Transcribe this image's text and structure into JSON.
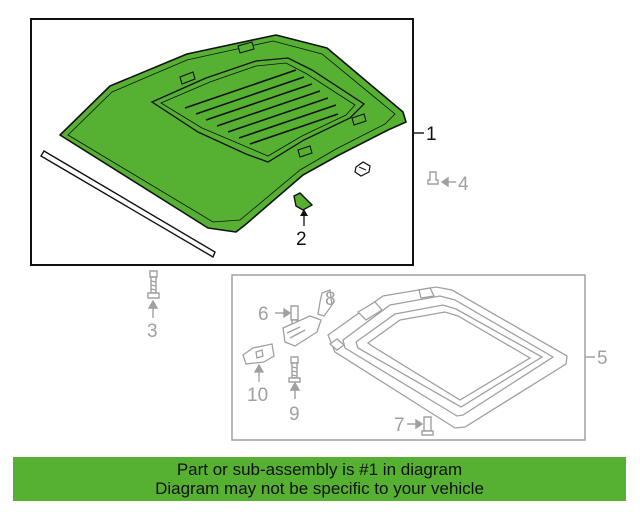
{
  "callouts": {
    "c1": "1",
    "c2": "2",
    "c3": "3",
    "c4": "4",
    "c5": "5",
    "c6": "6",
    "c7": "7",
    "c8": "8",
    "c9": "9",
    "c10": "10"
  },
  "banner": {
    "line1": "Part or sub-assembly is #1 in diagram",
    "line2": "Diagram may not be specific to your vehicle"
  },
  "colors": {
    "highlight": "#56b132",
    "inactive": "#a0a0a0",
    "outline": "#111111"
  }
}
